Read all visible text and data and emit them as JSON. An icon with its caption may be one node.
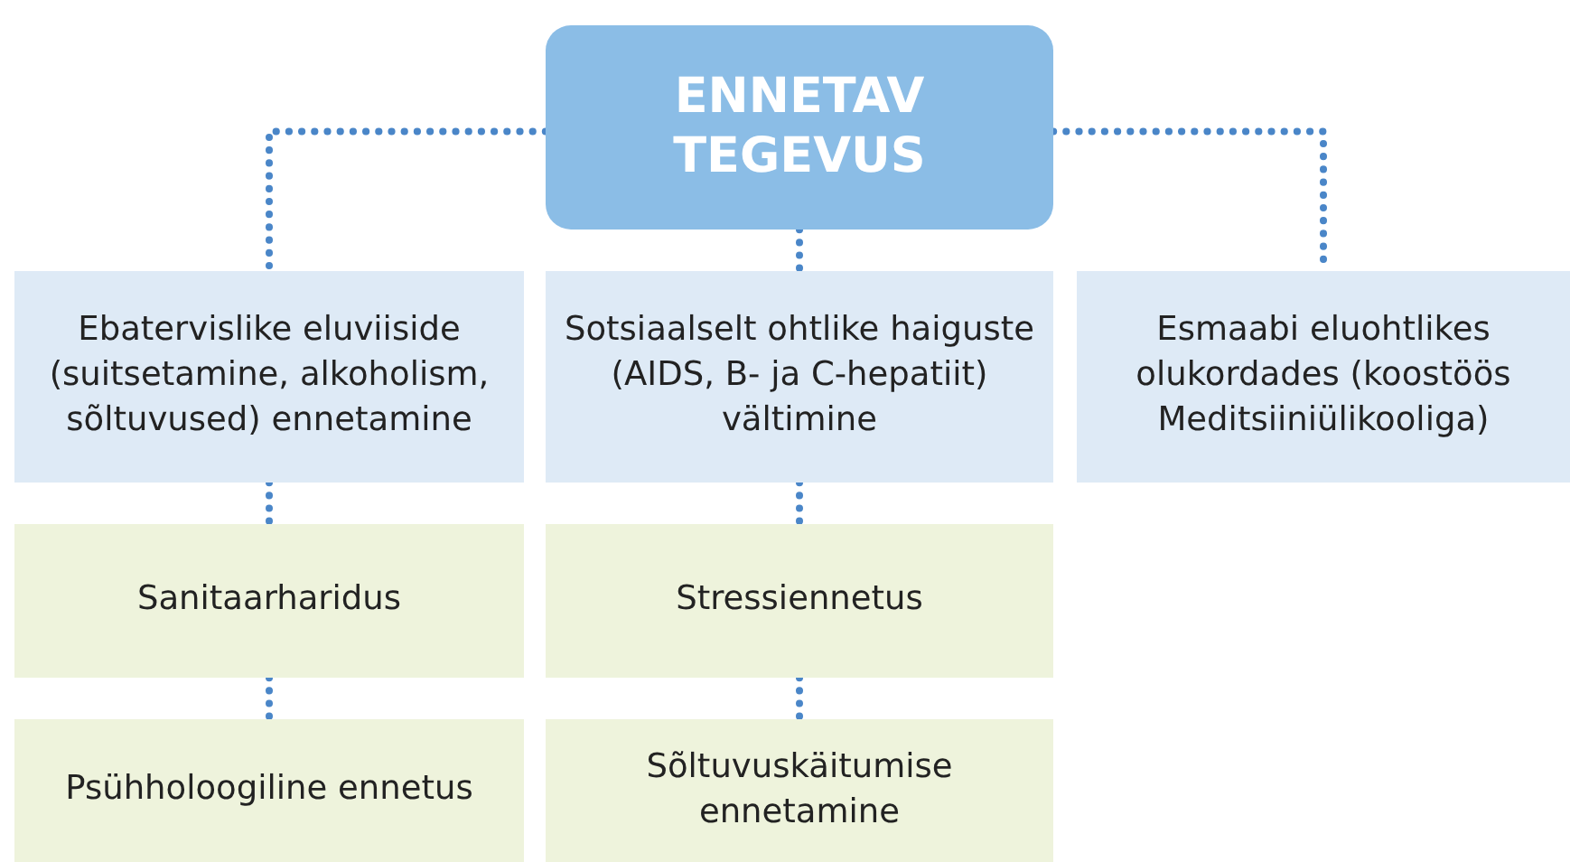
{
  "diagram": {
    "nodes": [
      {
        "text": [
          "ENNETAV TEGEVUS"
        ]
      },
      {
        "text": [
          "Ebatervislike eluviiside (suitsetamine, alkoholism, sõltuvused) ennetamine"
        ]
      },
      {
        "text": [
          "Sotsiaalselt ohtlike haiguste (AIDS, B- ja C-hepatiit) vältimine"
        ]
      },
      {
        "text": [
          "Esmaabi eluohtlikes olukordades (koostöös Meditsiiniülikooliga)"
        ]
      },
      {
        "text": [
          "Sanitaarharidus"
        ]
      },
      {
        "text": [
          "Psühholoogiline ennetus"
        ]
      },
      {
        "text": [
          "Stressiennetus"
        ]
      },
      {
        "text": [
          "Sõltuvuskäitumise ennetamine"
        ]
      }
    ],
    "edges": [
      {
        "from": 0,
        "to": 1,
        "arrow": "none"
      },
      {
        "from": 0,
        "to": 2,
        "arrow": "none"
      },
      {
        "from": 0,
        "to": 3,
        "arrow": "none"
      },
      {
        "from": 1,
        "to": 4,
        "arrow": "none"
      },
      {
        "from": 4,
        "to": 5,
        "arrow": "none"
      },
      {
        "from": 2,
        "to": 6,
        "arrow": "none"
      },
      {
        "from": 6,
        "to": 7,
        "arrow": "none"
      }
    ]
  }
}
